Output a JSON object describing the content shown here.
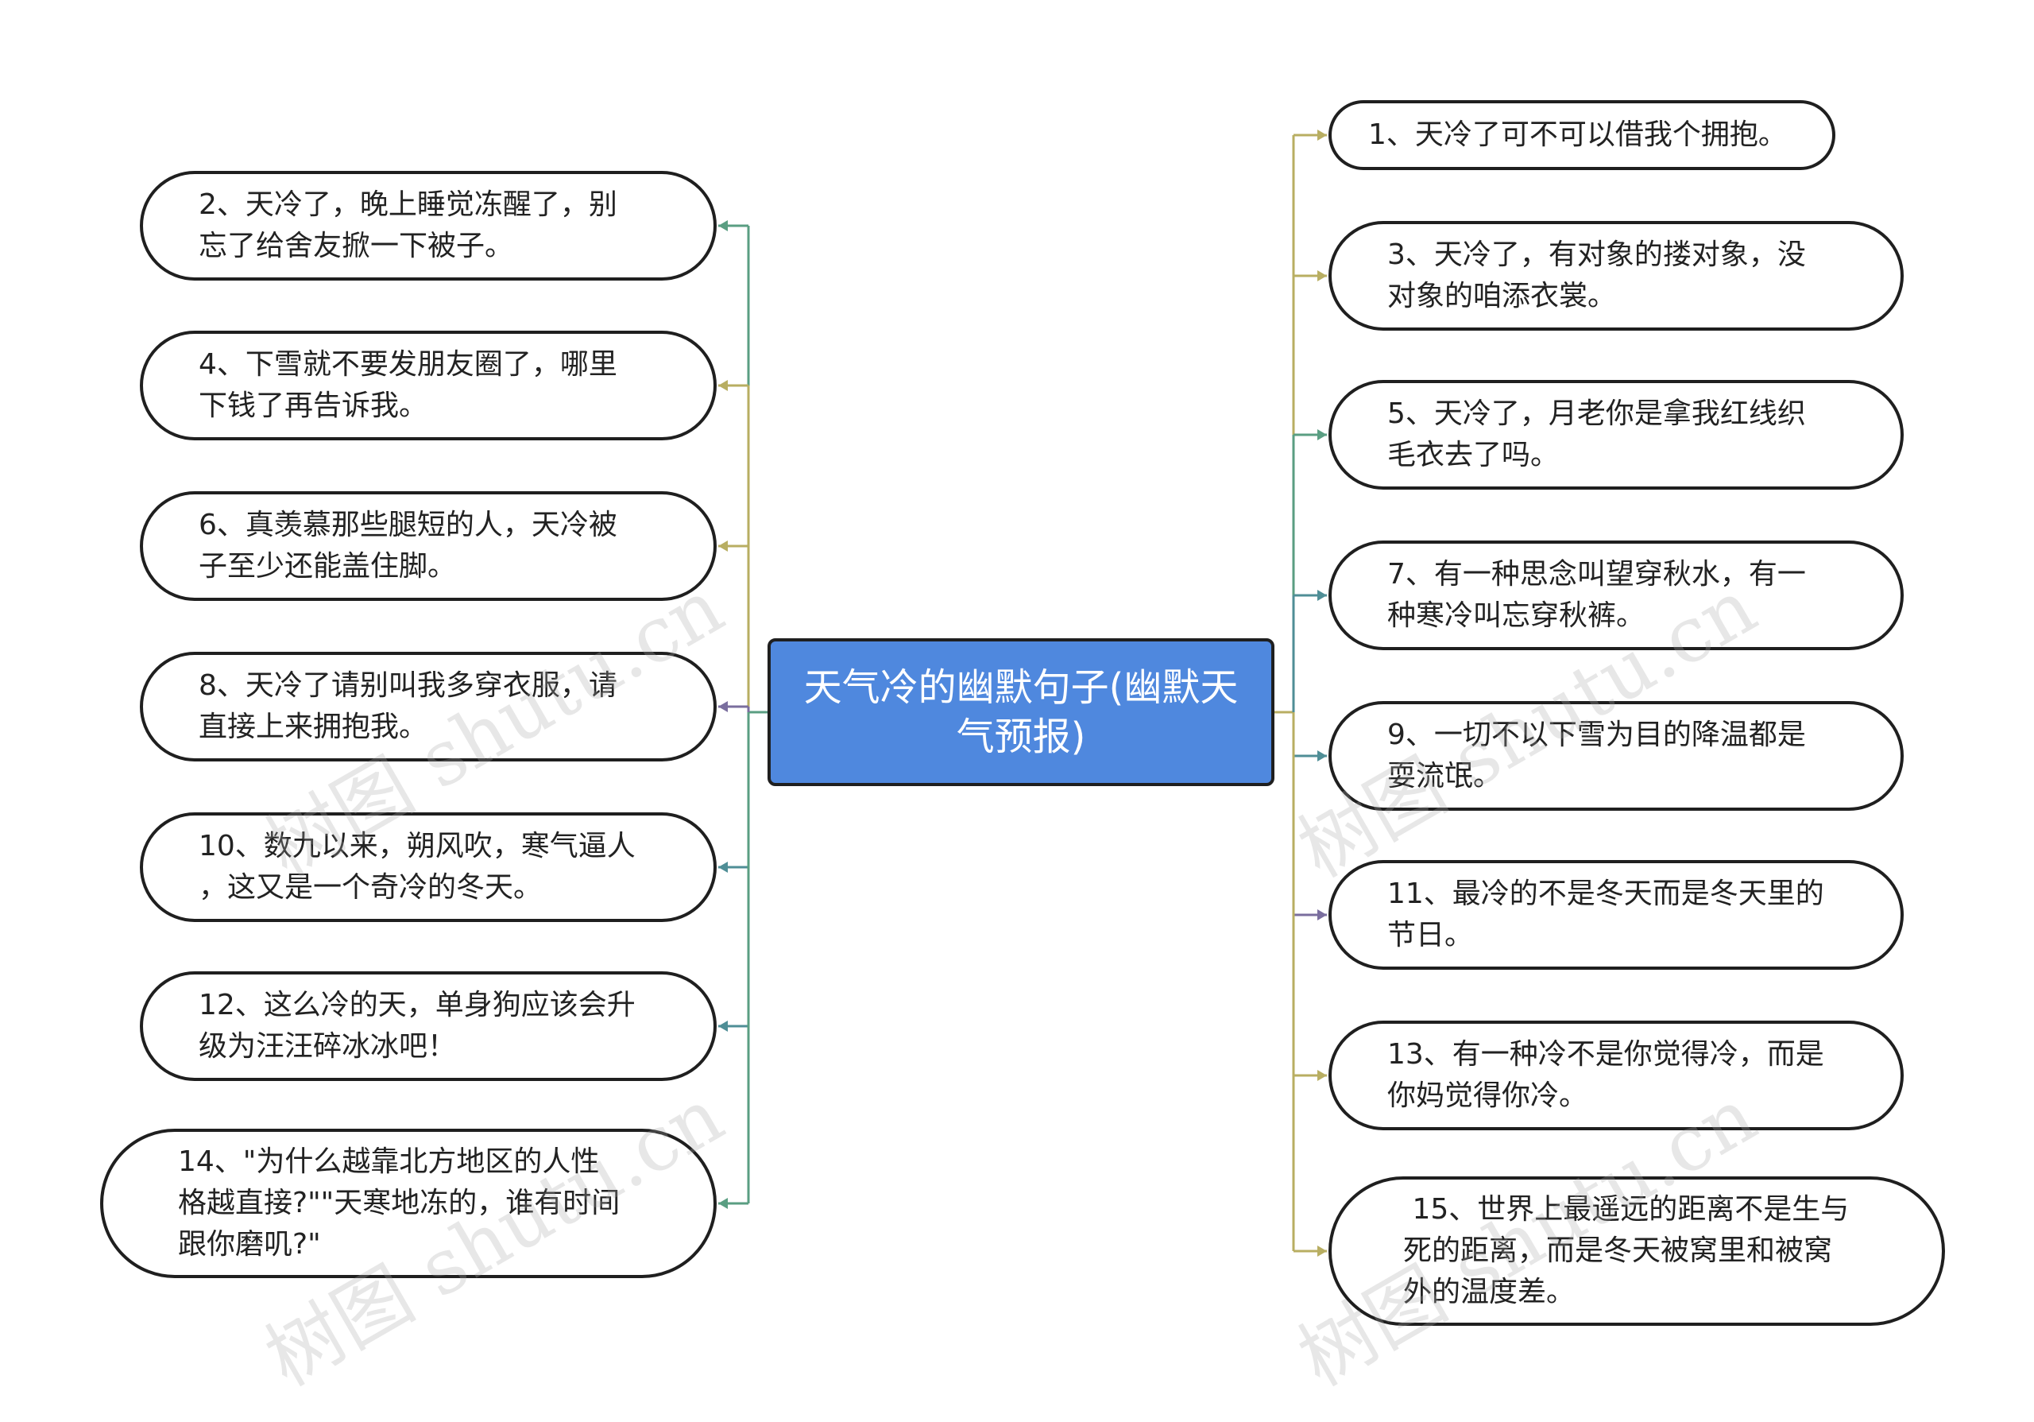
{
  "center": {
    "title": "天气冷的幽默句子(幽默天气预报)"
  },
  "left_nodes": [
    {
      "text": "2、天冷了，晚上睡觉冻醒了，别\n忘了给舍友掀一下被子。",
      "color": "#5a9e82"
    },
    {
      "text": "4、下雪就不要发朋友圈了，哪里\n下钱了再告诉我。",
      "color": "#b8ae62"
    },
    {
      "text": "6、真羡慕那些腿短的人，天冷被\n子至少还能盖住脚。",
      "color": "#b8ae62"
    },
    {
      "text": "8、天冷了请别叫我多穿衣服，请\n直接上来拥抱我。",
      "color": "#7a6e9e"
    },
    {
      "text": "10、数九以来，朔风吹，寒气逼人\n，这又是一个奇冷的冬天。",
      "color": "#4f8e96"
    },
    {
      "text": "12、这么冷的天，单身狗应该会升\n级为汪汪碎冰冰吧！",
      "color": "#4f8e96"
    },
    {
      "text": "14、\"为什么越靠北方地区的人性\n格越直接?\"\"天寒地冻的，谁有时间\n跟你磨叽?\"",
      "color": "#5a9e82"
    }
  ],
  "right_nodes": [
    {
      "text": "1、天冷了可不可以借我个拥抱。",
      "color": "#b8ae62"
    },
    {
      "text": "3、天冷了，有对象的搂对象，没\n对象的咱添衣裳。",
      "color": "#b8ae62"
    },
    {
      "text": "5、天冷了，月老你是拿我红线织\n毛衣去了吗。",
      "color": "#5a9e82"
    },
    {
      "text": "7、有一种思念叫望穿秋水，有一\n种寒冷叫忘穿秋裤。",
      "color": "#4f8e96"
    },
    {
      "text": "9、一切不以下雪为目的降温都是\n耍流氓。",
      "color": "#4f8e96"
    },
    {
      "text": "11、最冷的不是冬天而是冬天里的\n节日。",
      "color": "#7a6e9e"
    },
    {
      "text": "13、有一种冷不是你觉得冷，而是\n你妈觉得你冷。",
      "color": "#b8ae62"
    },
    {
      "text": " 15、世界上最遥远的距离不是生与\n死的距离，而是冬天被窝里和被窝\n外的温度差。",
      "color": "#b8ae62"
    }
  ],
  "watermark": "树图 shutu.cn"
}
